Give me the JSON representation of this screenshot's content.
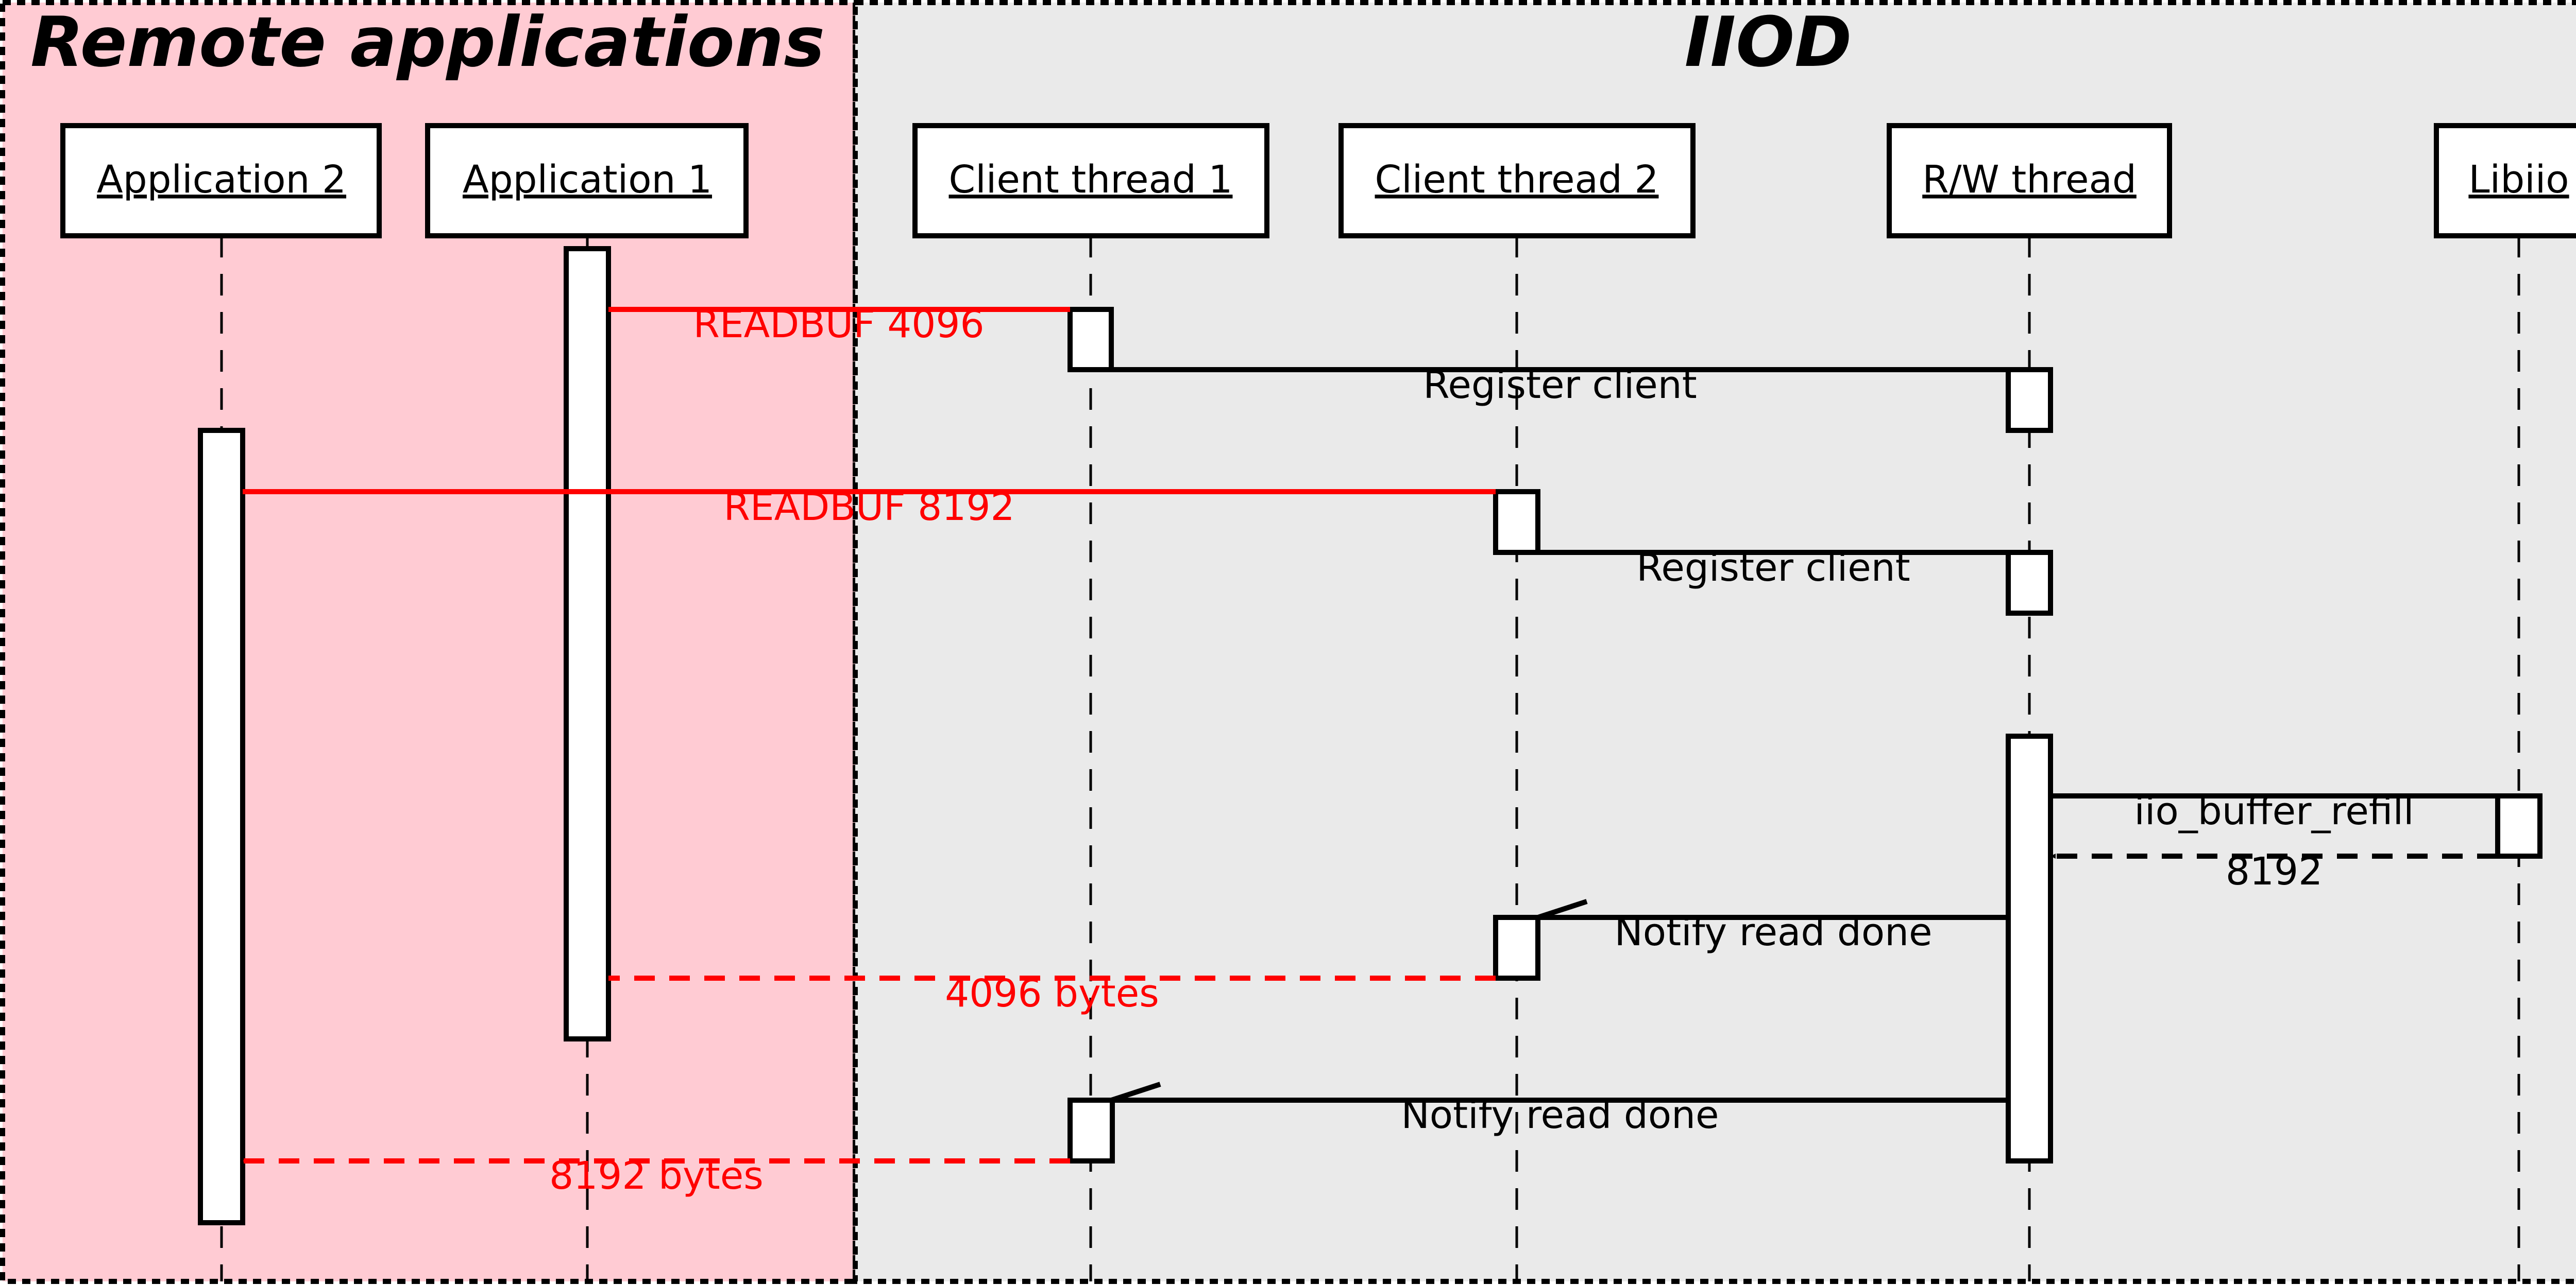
{
  "frames": [
    {
      "id": "remote",
      "title": "Remote applications",
      "fill": "#ffcbd3"
    },
    {
      "id": "iiod",
      "title": "IIOD",
      "fill": "#eaeaea"
    }
  ],
  "participants": [
    {
      "id": "app2",
      "label": "Application 2"
    },
    {
      "id": "app1",
      "label": "Application 1"
    },
    {
      "id": "ct1",
      "label": "Client thread 1"
    },
    {
      "id": "ct2",
      "label": "Client thread 2"
    },
    {
      "id": "rw",
      "label": "R/W thread"
    },
    {
      "id": "lib",
      "label": "Libiio"
    }
  ],
  "messages": [
    {
      "id": "readbuf-4096",
      "label": "READBUF 4096",
      "from": "app1",
      "to": "ct1",
      "style": "solid",
      "color": "#ff0000"
    },
    {
      "id": "register-client-1",
      "label": "Register client",
      "from": "ct1",
      "to": "rw",
      "style": "solid",
      "color": "#000000"
    },
    {
      "id": "readbuf-8192",
      "label": "READBUF 8192",
      "from": "app2",
      "to": "ct2",
      "style": "solid",
      "color": "#ff0000"
    },
    {
      "id": "register-client-2",
      "label": "Register client",
      "from": "ct2",
      "to": "rw",
      "style": "solid",
      "color": "#000000"
    },
    {
      "id": "iio-buffer-refill",
      "label": "iio_buffer_refill",
      "from": "rw",
      "to": "lib",
      "style": "solid",
      "color": "#000000"
    },
    {
      "id": "return-8192",
      "label": "8192",
      "from": "lib",
      "to": "rw",
      "style": "dashed",
      "color": "#000000"
    },
    {
      "id": "notify-read-done-1",
      "label": "Notify read done",
      "from": "rw",
      "to": "ct2",
      "style": "async",
      "color": "#000000"
    },
    {
      "id": "reply-4096-bytes",
      "label": "4096 bytes",
      "from": "ct2",
      "to": "app1",
      "style": "dashed",
      "color": "#ff0000"
    },
    {
      "id": "notify-read-done-2",
      "label": "Notify read done",
      "from": "rw",
      "to": "ct1",
      "style": "async",
      "color": "#000000"
    },
    {
      "id": "reply-8192-bytes",
      "label": "8192 bytes",
      "from": "ct1",
      "to": "app2",
      "style": "dashed",
      "color": "#ff0000"
    }
  ]
}
